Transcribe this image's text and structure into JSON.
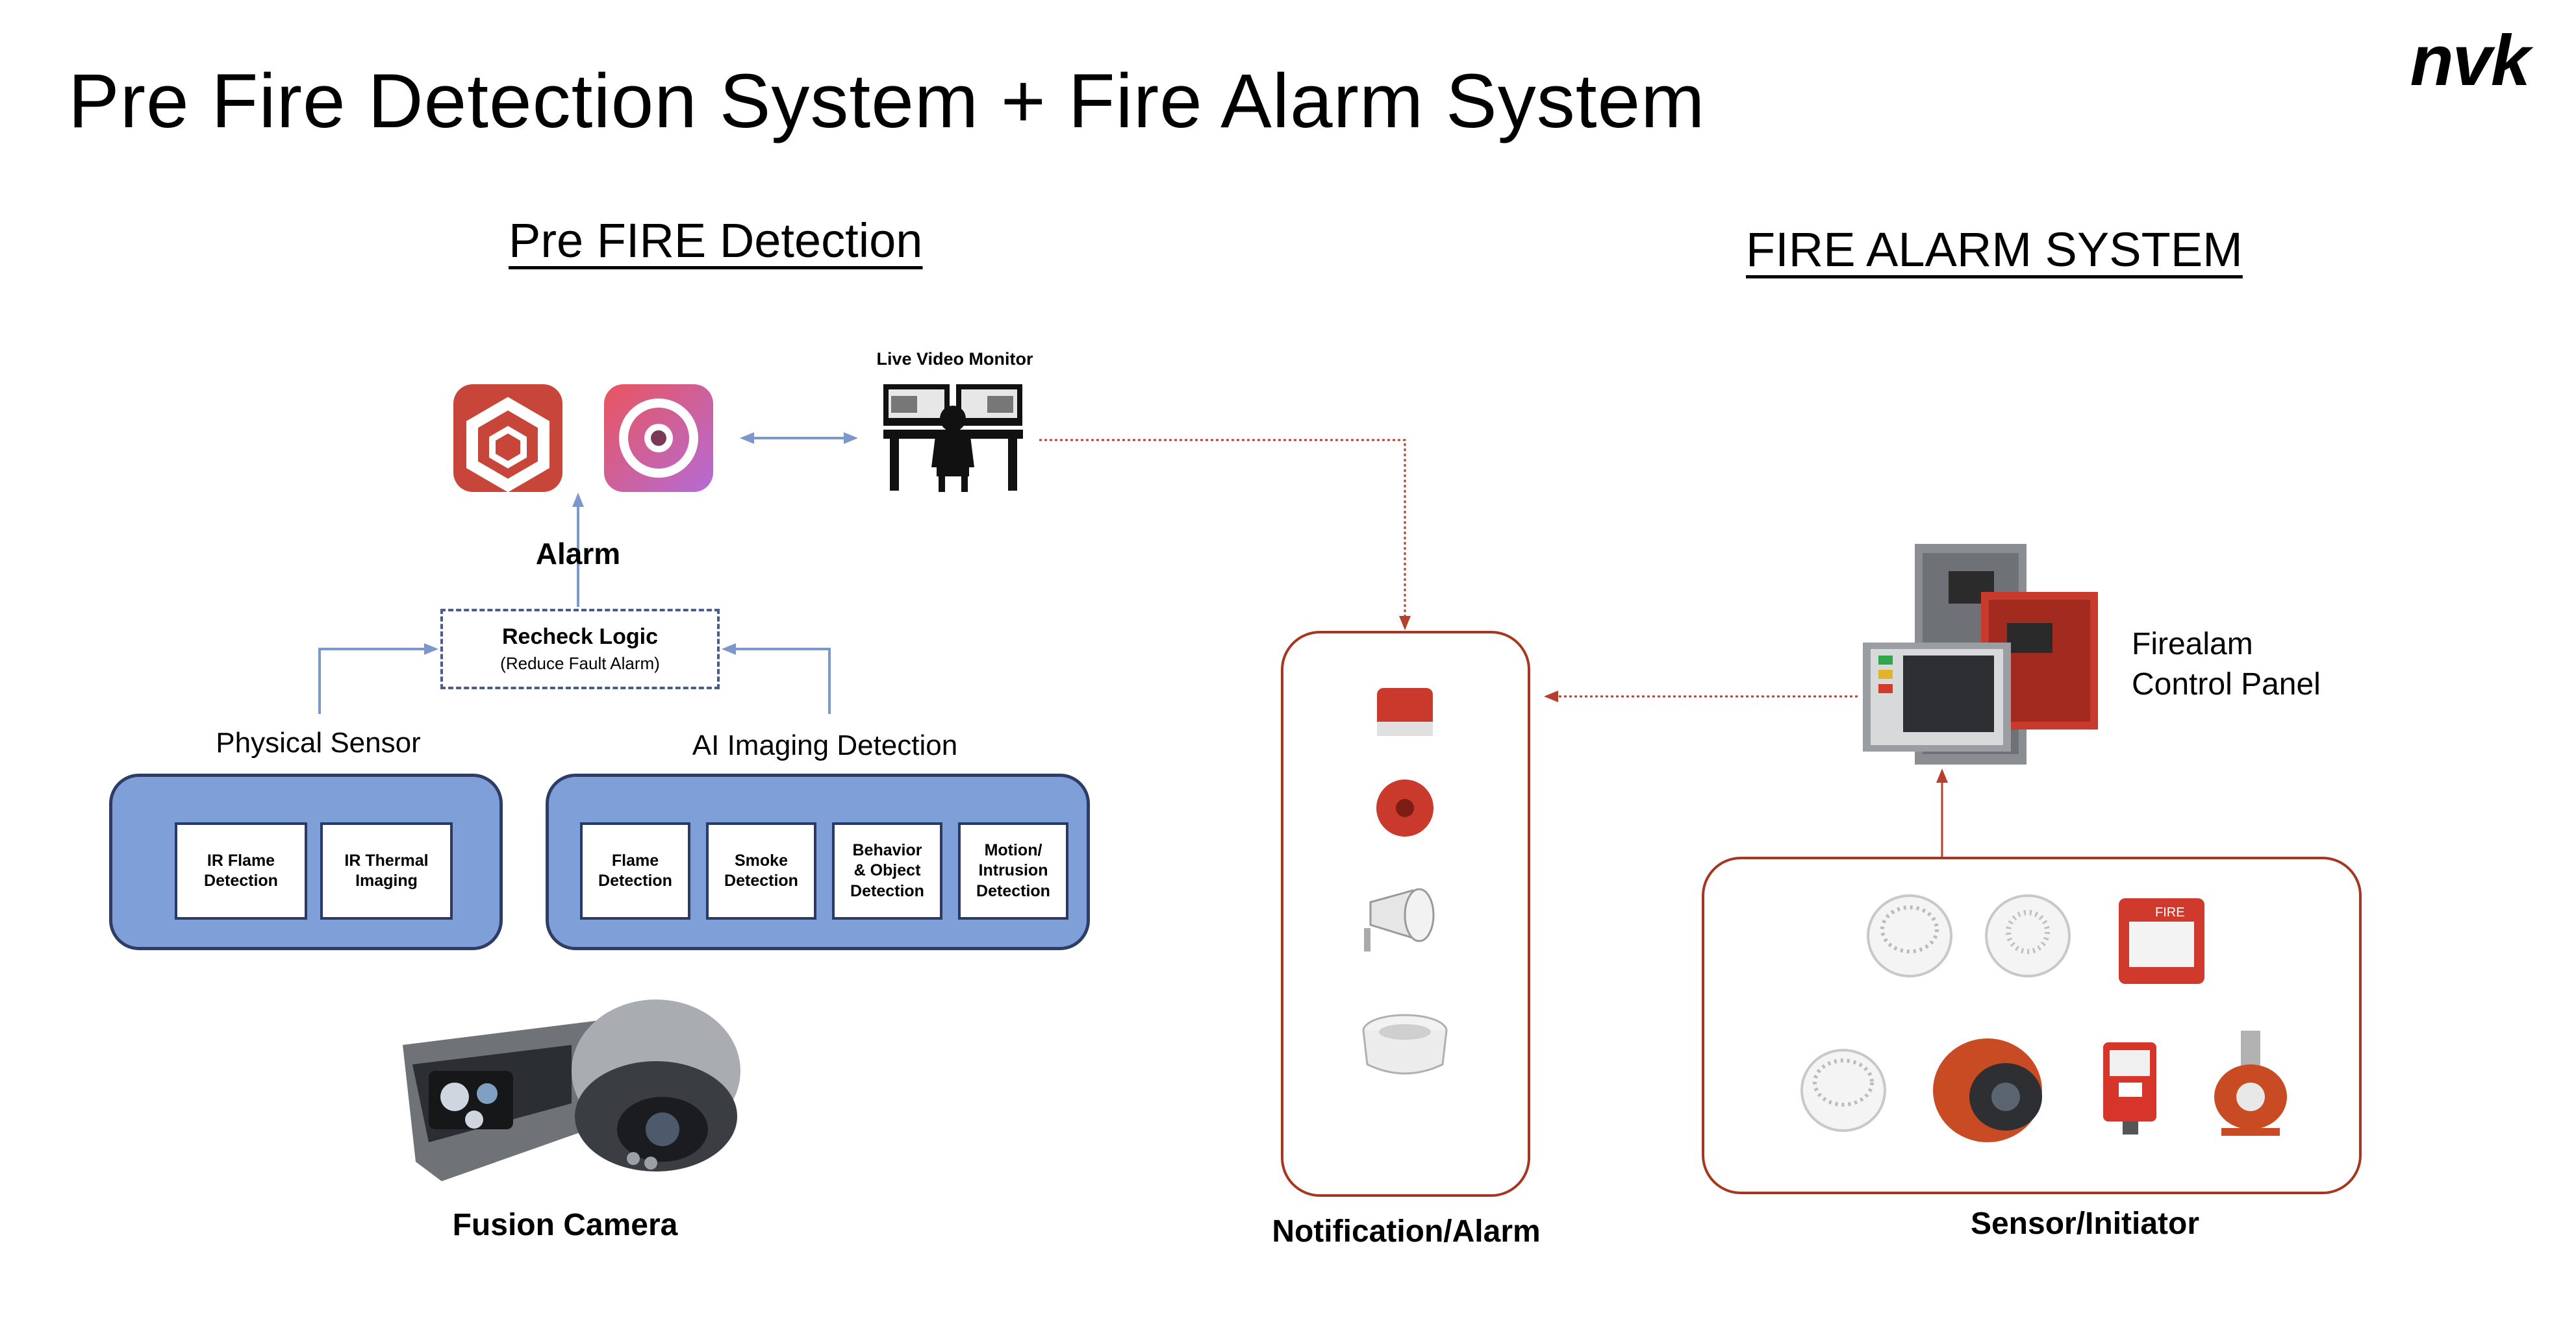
{
  "title": "Pre Fire Detection System + Fire Alarm System",
  "brand_logo": "nvk",
  "pre_fire": {
    "heading": "Pre FIRE Detection",
    "alarm_label": "Alarm",
    "live_monitor_label": "Live Video Monitor",
    "recheck_title": "Recheck Logic",
    "recheck_sub": "(Reduce Fault Alarm)",
    "physical_sensor_label": "Physical Sensor",
    "physical_sensor_tiles": [
      "IR Flame\nDetection",
      "IR Thermal\nImaging"
    ],
    "ai_imaging_label": "AI Imaging Detection",
    "ai_imaging_tiles": [
      "Flame\nDetection",
      "Smoke\nDetection",
      "Behavior\n& Object\nDetection",
      "Motion/\nIntrusion\nDetection"
    ],
    "fusion_camera_label": "Fusion Camera"
  },
  "fire_alarm": {
    "heading": "FIRE ALARM SYSTEM",
    "control_panel_label_line1": "Firealam",
    "control_panel_label_line2": "Control Panel",
    "notification_label": "Notification/Alarm",
    "sensor_label": "Sensor/Initiator",
    "panel_small_text": "FIRE"
  },
  "colors": {
    "blue_box": "#7f9fd8",
    "blue_border": "#2f3d66",
    "red_border": "#a73621",
    "arrow_blue": "#7b97cc",
    "arrow_red": "#b5412c"
  }
}
